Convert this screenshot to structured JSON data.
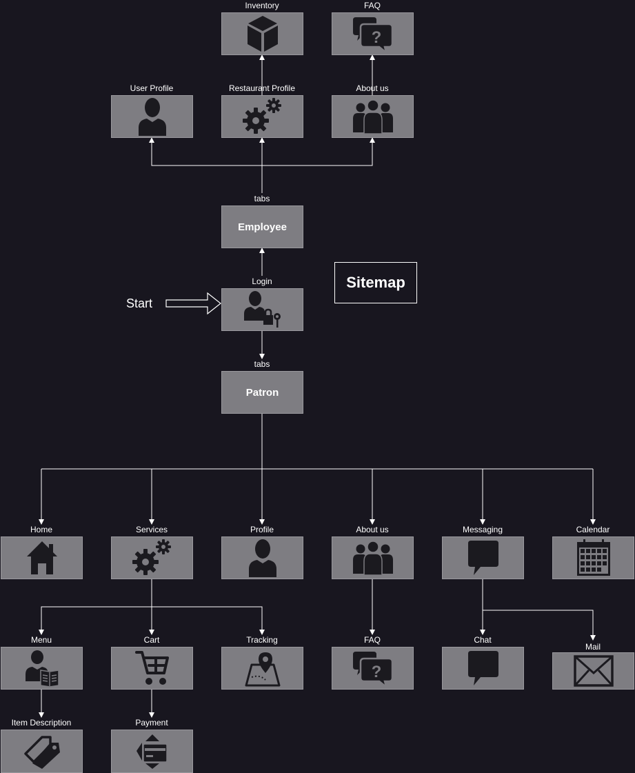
{
  "title": "Sitemap",
  "start_label": "Start",
  "colors": {
    "background": "#18161f",
    "node_fill": "#7e7d82",
    "lines": "#ffffff",
    "icon": "#1b1a1f"
  },
  "edge_labels": {
    "tabs_employee": "tabs",
    "tabs_patron": "tabs"
  },
  "nodes": {
    "inventory": {
      "label": "Inventory",
      "icon": "cube-icon"
    },
    "faq_top": {
      "label": "FAQ",
      "icon": "faq-icon"
    },
    "user_profile": {
      "label": "User Profile",
      "icon": "user-icon"
    },
    "restaurant_profile": {
      "label": "Restaurant Profile",
      "icon": "gears-icon"
    },
    "about_top": {
      "label": "About us",
      "icon": "group-icon"
    },
    "employee": {
      "text": "Employee"
    },
    "login": {
      "label": "Login",
      "icon": "user-lock-icon"
    },
    "patron": {
      "text": "Patron"
    },
    "home": {
      "label": "Home",
      "icon": "house-icon"
    },
    "services": {
      "label": "Services",
      "icon": "gears-icon"
    },
    "profile": {
      "label": "Profile",
      "icon": "user-icon"
    },
    "about_bottom": {
      "label": "About us",
      "icon": "group-icon"
    },
    "messaging": {
      "label": "Messaging",
      "icon": "speech-bubble-icon"
    },
    "calendar": {
      "label": "Calendar",
      "icon": "calendar-icon"
    },
    "menu": {
      "label": "Menu",
      "icon": "user-book-icon"
    },
    "cart": {
      "label": "Cart",
      "icon": "cart-icon"
    },
    "tracking": {
      "label": "Tracking",
      "icon": "map-pin-icon"
    },
    "faq_bottom": {
      "label": "FAQ",
      "icon": "faq-icon"
    },
    "chat": {
      "label": "Chat",
      "icon": "speech-bubble-icon"
    },
    "mail": {
      "label": "Mail",
      "icon": "envelope-icon"
    },
    "item_description": {
      "label": "Item Description",
      "icon": "tags-icon"
    },
    "payment": {
      "label": "Payment",
      "icon": "card-payment-icon"
    }
  }
}
